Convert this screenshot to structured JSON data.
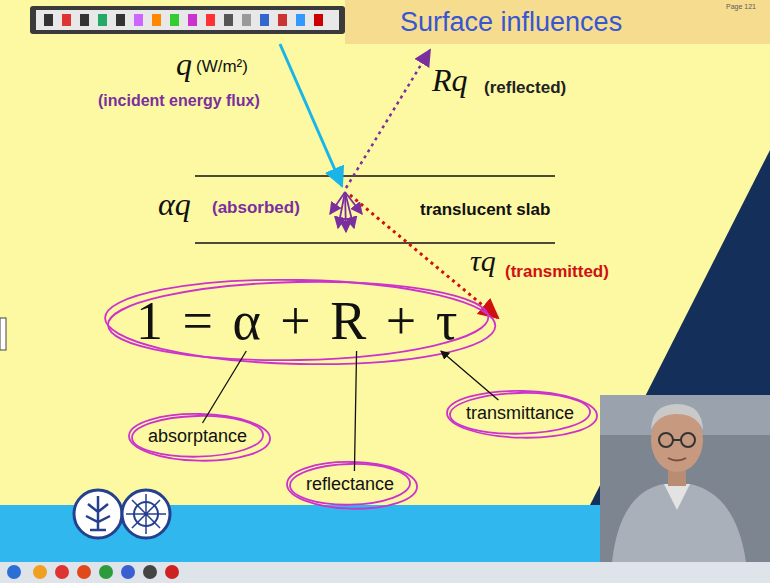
{
  "diagram": {
    "title": "Surface influences",
    "labels": [
      "Page 121",
      "q",
      "(W/m²)",
      "(incident energy flux)",
      "Rq",
      "(reflected)",
      "αq",
      "(absorbed)",
      "translucent slab",
      "τq",
      "(transmitted)",
      "1 = α + R + τ",
      "absorptance",
      "reflectance",
      "transmittance"
    ]
  }
}
